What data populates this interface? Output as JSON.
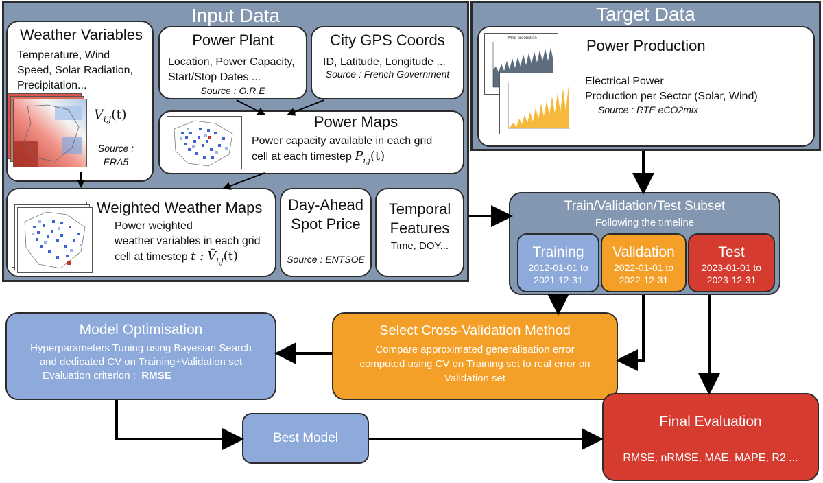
{
  "input_panel": {
    "title": "Input Data",
    "weather": {
      "title": "Weather Variables",
      "lines": [
        "Temperature, Wind",
        "Speed, Solar Radiation,",
        "Precipitation..."
      ],
      "formula": "V",
      "formula_sub": "i,j",
      "formula_arg": "(t)",
      "source_label": "Source :",
      "source": "ERA5"
    },
    "power_plant": {
      "title": "Power Plant",
      "lines": [
        "Location, Power Capacity,",
        "Start/Stop Dates ..."
      ],
      "source": "Source : O.R.E"
    },
    "city_gps": {
      "title": "City GPS Coords",
      "line": "ID, Latitude, Longitude ...",
      "source": "Source : French Government"
    },
    "power_maps": {
      "title": "Power Maps",
      "lines": [
        "Power capacity available in each grid",
        "cell at each timestep"
      ],
      "formula": "P",
      "formula_sub": "i,j",
      "formula_arg": "(t)"
    },
    "weighted_maps": {
      "title": "Weighted Weather Maps",
      "lines": [
        "Power weighted",
        "weather variables in each grid",
        "cell at  timestep"
      ],
      "formula_prefix": "t :",
      "formula": "Ṽ",
      "formula_sub": "i,j",
      "formula_arg": "(t)"
    },
    "spot_price": {
      "title_lines": [
        "Day-Ahead",
        "Spot Price"
      ],
      "source": "Source : ENTSOE"
    },
    "temporal": {
      "title_lines": [
        "Temporal",
        "Features"
      ],
      "line": "Time, DOY..."
    }
  },
  "target_panel": {
    "title": "Target Data",
    "power_production": {
      "title": "Power Production",
      "lines": [
        "Electrical Power",
        "Production per Sector (Solar, Wind)"
      ],
      "source": "Source : RTE eCO2mix",
      "wind_chart_title": "Wind production",
      "wind_color": "#5d6d7e",
      "solar_color": "#f6b93b"
    }
  },
  "subset": {
    "title": "Train/Validation/Test Subset",
    "subtitle": "Following the timeline",
    "training": {
      "label": "Training",
      "start": "2012-01-01 to",
      "end": "2021-12-31"
    },
    "validation": {
      "label": "Validation",
      "start": "2022-01-01 to",
      "end": "2022-12-31"
    },
    "test": {
      "label": "Test",
      "start": "2023-01-01 to",
      "end": "2023-12-31"
    }
  },
  "model_opt": {
    "title": "Model Optimisation",
    "lines": [
      "Hyperparameters Tuning using Bayesian Search",
      "and dedicated CV on Training+Validation set"
    ],
    "criterion_label": "Evaluation criterion :",
    "criterion": "RMSE"
  },
  "cross_val": {
    "title": "Select Cross-Validation Method",
    "lines": [
      "Compare approximated generalisation error",
      "computed using CV on Training set to real error on",
      "Validation set"
    ]
  },
  "best_model": {
    "title": "Best Model"
  },
  "final_eval": {
    "title": "Final Evaluation",
    "metrics": "RMSE, nRMSE, MAE, MAPE, R2 ..."
  },
  "colors": {
    "panel": "#8497b0",
    "blue_box": "#8eaadb",
    "orange_box": "#f4a028",
    "red_box": "#d63b2f"
  }
}
